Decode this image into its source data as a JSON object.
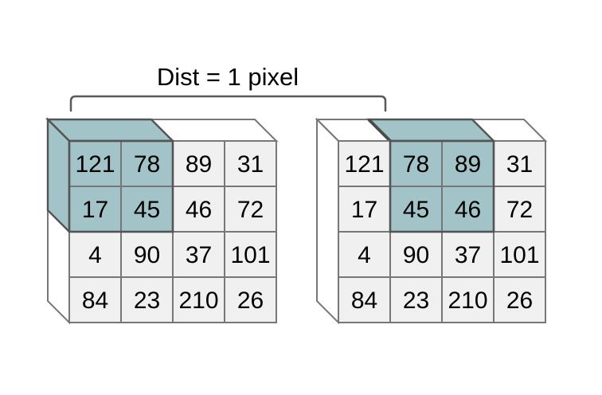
{
  "bracket": {
    "label": "Dist = 1 pixel"
  },
  "colors": {
    "highlight": "#a2c4c9",
    "cell_fill": "#f0f0f0",
    "face_fill": "#ffffff",
    "grid_line": "#777777",
    "block_outline": "#545454",
    "thick_edge": "#4a4a4a",
    "text": "#000000",
    "background": "#ffffff"
  },
  "matrices": [
    {
      "name": "left-matrix",
      "values": [
        [
          "121",
          "78",
          "89",
          "31"
        ],
        [
          "17",
          "45",
          "46",
          "72"
        ],
        [
          "4",
          "90",
          "37",
          "101"
        ],
        [
          "84",
          "23",
          "210",
          "26"
        ]
      ],
      "highlighted_cells": [
        [
          0,
          0
        ],
        [
          0,
          1
        ],
        [
          1,
          0
        ],
        [
          1,
          1
        ]
      ],
      "highlighted_values": [
        "121",
        "78",
        "17",
        "45"
      ]
    },
    {
      "name": "right-matrix",
      "values": [
        [
          "121",
          "78",
          "89",
          "31"
        ],
        [
          "17",
          "45",
          "46",
          "72"
        ],
        [
          "4",
          "90",
          "37",
          "101"
        ],
        [
          "84",
          "23",
          "210",
          "26"
        ]
      ],
      "highlighted_cells": [
        [
          0,
          1
        ],
        [
          0,
          2
        ],
        [
          1,
          1
        ],
        [
          1,
          2
        ]
      ],
      "highlighted_values": [
        "78",
        "89",
        "45",
        "46"
      ]
    }
  ]
}
